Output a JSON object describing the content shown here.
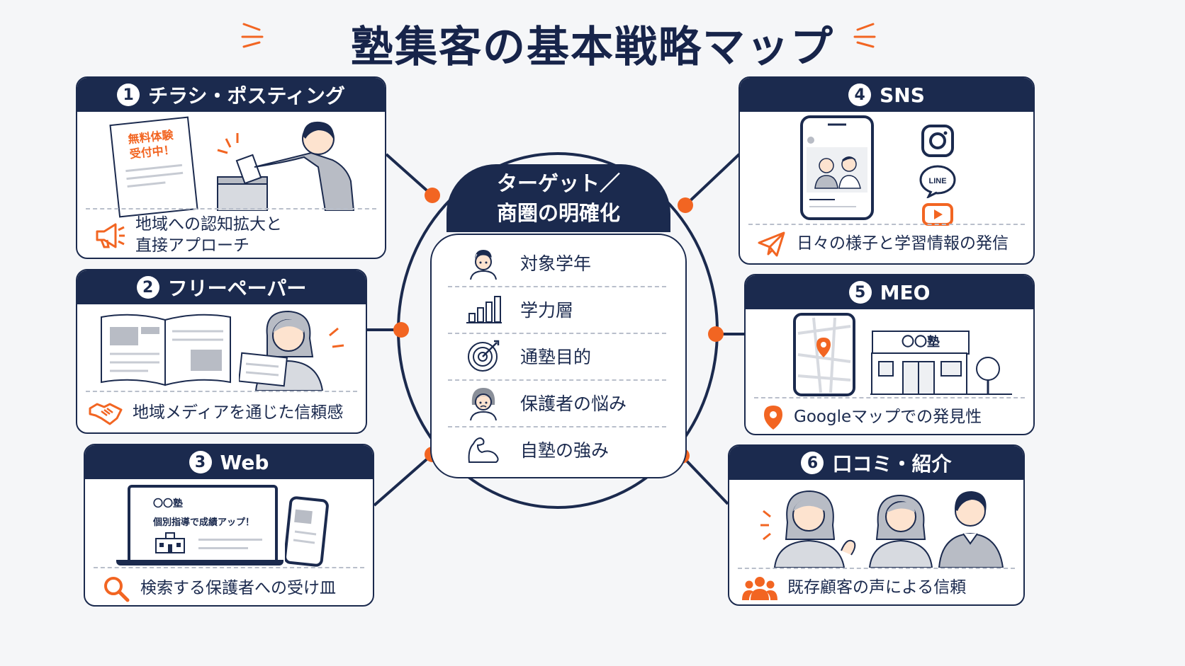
{
  "title": "塾集客の基本戦略マップ",
  "center": {
    "heading_line1": "ターゲット／",
    "heading_line2": "商圏の明確化",
    "items": [
      {
        "label": "対象学年",
        "icon": "student-icon"
      },
      {
        "label": "学力層",
        "icon": "bar-chart-icon"
      },
      {
        "label": "通塾目的",
        "icon": "target-icon"
      },
      {
        "label": "保護者の悩み",
        "icon": "worried-parent-icon"
      },
      {
        "label": "自塾の強み",
        "icon": "flexed-arm-icon"
      }
    ]
  },
  "cards": {
    "flyer": {
      "number": "1",
      "title": "チラシ・ポスティング",
      "flyer_text_line1": "無料体験",
      "flyer_text_line2": "受付中！",
      "caption_line1": "地域への認知拡大と",
      "caption_line2": "直接アプローチ",
      "icon": "megaphone-icon"
    },
    "freepaper": {
      "number": "2",
      "title": "フリーペーパー",
      "caption": "地域メディアを通じた信頼感",
      "icon": "handshake-icon"
    },
    "web": {
      "number": "3",
      "title": "Web",
      "screen_title": "〇〇塾",
      "screen_headline": "個別指導で成績アップ！",
      "caption": "検索する保護者への受け皿",
      "icon": "search-icon"
    },
    "sns": {
      "number": "4",
      "title": "SNS",
      "line_label": "LINE",
      "caption": "日々の様子と学習情報の発信",
      "icon": "paper-plane-icon"
    },
    "meo": {
      "number": "5",
      "title": "MEO",
      "school_sign": "〇〇塾",
      "caption": "Googleマップでの発見性",
      "icon": "map-pin-icon"
    },
    "referral": {
      "number": "6",
      "title": "口コミ・紹介",
      "caption": "既存顧客の声による信頼",
      "icon": "group-icon"
    }
  },
  "colors": {
    "navy": "#1b2a4e",
    "accent": "#f26522",
    "background": "#f5f6f8"
  }
}
